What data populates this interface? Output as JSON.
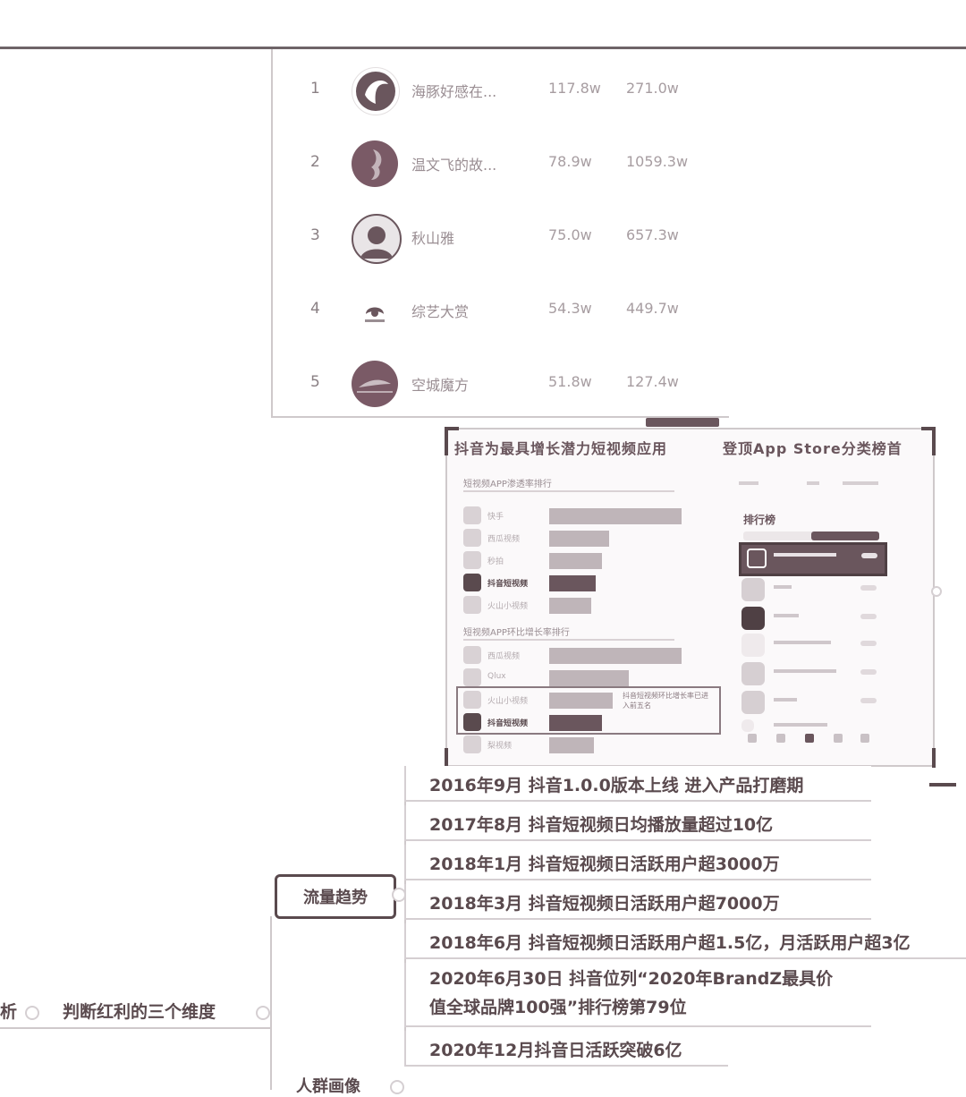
{
  "ranking": [
    {
      "rank": "1",
      "name": "海豚好感在...",
      "v1": "117.8w",
      "v2": "271.0w"
    },
    {
      "rank": "2",
      "name": "温文飞的故...",
      "v1": "78.9w",
      "v2": "1059.3w"
    },
    {
      "rank": "3",
      "name": "秋山雅",
      "v1": "75.0w",
      "v2": "657.3w"
    },
    {
      "rank": "4",
      "name": "综艺大赏",
      "v1": "54.3w",
      "v2": "449.7w"
    },
    {
      "rank": "5",
      "name": "空城魔方",
      "v1": "51.8w",
      "v2": "127.4w"
    }
  ],
  "panel": {
    "title_left": "抖音为最具增长潜力短视频应用",
    "title_right": "登顶App Store分类榜首",
    "chart1_heading": "短视频APP渗透率排行",
    "chart2_heading": "短视频APP环比增长率排行",
    "chart1_rows": [
      {
        "label": "快手",
        "value_pct": 100,
        "highlight": false
      },
      {
        "label": "西瓜视频",
        "value_pct": 45,
        "highlight": false
      },
      {
        "label": "秒拍",
        "value_pct": 40,
        "highlight": false
      },
      {
        "label": "抖音短视频",
        "value_pct": 35,
        "highlight": true
      },
      {
        "label": "火山小视频",
        "value_pct": 32,
        "highlight": false
      }
    ],
    "chart2_rows": [
      {
        "label": "西瓜视频",
        "value_pct": 100,
        "highlight": false
      },
      {
        "label": "Qlux",
        "value_pct": 60,
        "highlight": false
      },
      {
        "label": "火山小视频",
        "value_pct": 48,
        "highlight": false
      },
      {
        "label": "抖音短视频",
        "value_pct": 40,
        "highlight": true
      },
      {
        "label": "梨视频",
        "value_pct": 34,
        "highlight": false
      }
    ],
    "note": "抖音短视频环比增长率已进入前五名",
    "phone_heading": "排行榜"
  },
  "mindmap": {
    "left_fragment": "析",
    "root": "判断红利的三个维度",
    "node_main": "流量趋势",
    "node_bottom": "人群画像",
    "timeline": [
      "2016年9月 抖音1.0.0版本上线 进入产品打磨期",
      "2017年8月 抖音短视频日均播放量超过10亿",
      "2018年1月 抖音短视频日活跃用户超3000万",
      "2018年3月 抖音短视频日活跃用户超7000万",
      "2018年6月 抖音短视频日活跃用户超1.5亿，月活跃用户超3亿",
      "2020年6月30日 抖音位列“2020年BrandZ最具价值全球品牌100强”排行榜第79位",
      "2020年12月抖音日活跃突破6亿"
    ]
  },
  "colors": {
    "accent": "#5a4a4e",
    "light": "#cfc9cb"
  }
}
